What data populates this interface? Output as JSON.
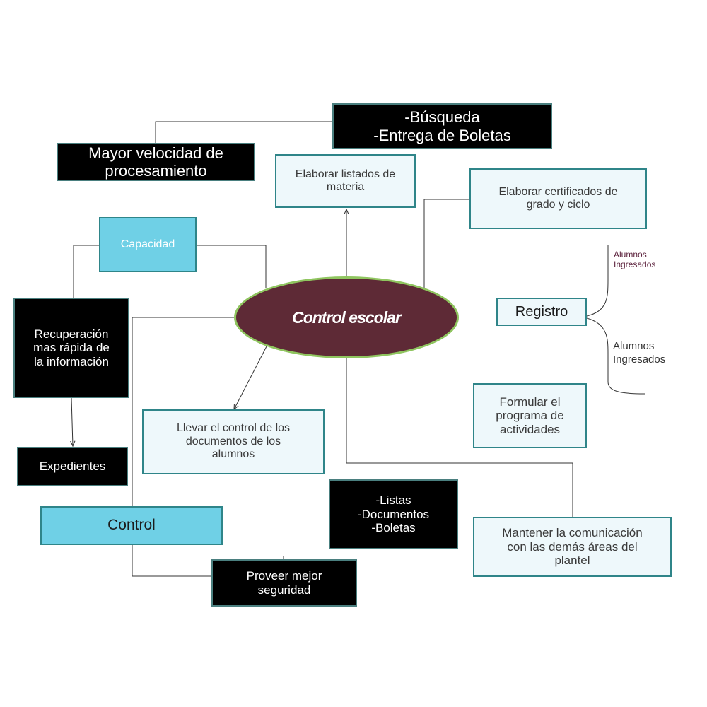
{
  "diagram": {
    "center": "Control escolar",
    "busqueda": [
      "-Búsqueda",
      "-Entrega de Boletas"
    ],
    "velocidad": [
      "Mayor velocidad  de",
      "procesamiento"
    ],
    "listados": [
      "Elaborar listados de",
      "materia"
    ],
    "certificados": [
      "Elaborar certificados de",
      "grado y ciclo"
    ],
    "capacidad": "Capacidad",
    "recuperacion": [
      "Recuperación",
      "mas rápida de",
      "la  información"
    ],
    "registro": "Registro",
    "alumnos_top": [
      "Alumnos",
      "Ingresados"
    ],
    "alumnos_bottom": [
      "Alumnos",
      "Ingresados"
    ],
    "expedientes": "Expedientes",
    "llevar_control": [
      "Llevar el control de los",
      "documentos de los",
      "alumnos"
    ],
    "formular": [
      "Formular el",
      "programa de",
      "actividades"
    ],
    "control": "Control",
    "listas": [
      "-Listas",
      "-Documentos",
      "-Boletas"
    ],
    "mantener": [
      "Mantener la comunicación",
      "con las demás  áreas del",
      "plantel"
    ],
    "seguridad": [
      "Proveer mejor",
      "seguridad"
    ]
  }
}
